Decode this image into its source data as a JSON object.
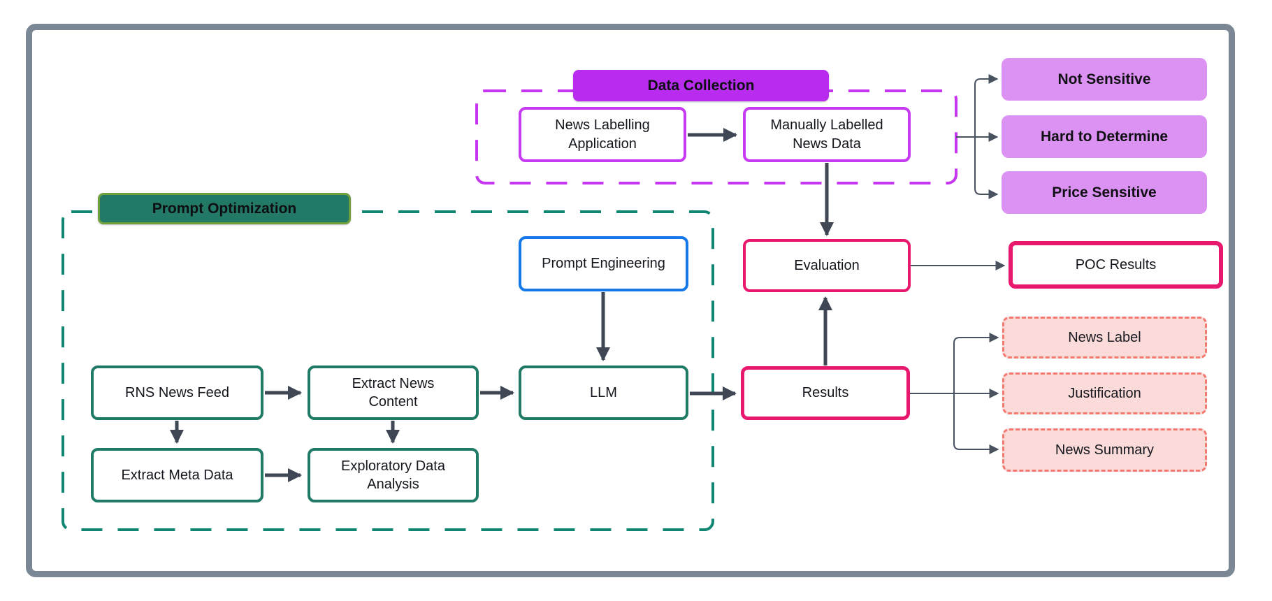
{
  "groups": {
    "data_collection": {
      "title": "Data Collection"
    },
    "prompt_optimization": {
      "title": "Prompt Optimization"
    }
  },
  "nodes": {
    "news_labelling_application": "News Labelling Application",
    "manually_labelled_news_data": "Manually Labelled News Data",
    "not_sensitive": "Not Sensitive",
    "hard_to_determine": "Hard to Determine",
    "price_sensitive": "Price Sensitive",
    "prompt_engineering": "Prompt Engineering",
    "rns_news_feed": "RNS News Feed",
    "extract_news_content": "Extract News Content",
    "extract_meta_data": "Extract Meta Data",
    "exploratory_data_analysis": "Exploratory Data Analysis",
    "llm": "LLM",
    "evaluation": "Evaluation",
    "results": "Results",
    "poc_results": "POC Results",
    "news_label": "News Label",
    "justification": "Justification",
    "news_summary": "News Summary"
  },
  "colors": {
    "frame_gray": "#7B8795",
    "magenta_header": "#B82BEF",
    "magenta_border": "#C63AF2",
    "purple_chip_fill": "#DC92F3",
    "teal_border": "#1F7A66",
    "teal_dash": "#108672",
    "green_header_fill": "#227A66",
    "green_header_border": "#6FA03C",
    "blue_border": "#1478E8",
    "pink_border": "#E9186F",
    "salmon_border": "#F2796F",
    "salmon_fill": "#FBDBD9",
    "arrow_dark": "#3F4755",
    "arrow_thin": "#49525F"
  }
}
